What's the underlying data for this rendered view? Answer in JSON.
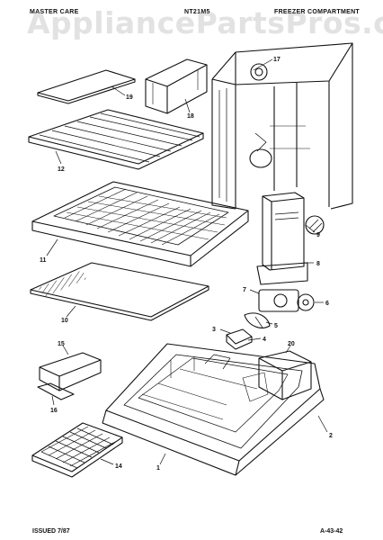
{
  "header": {
    "left": "MASTER CARE",
    "model": "NT21M5",
    "section": "FREEZER COMPARTMENT"
  },
  "watermark": {
    "text": "AppliancePartsPros.com",
    "mark": "®"
  },
  "callouts": [
    "17",
    "19",
    "18",
    "12",
    "11",
    "10",
    "9",
    "8",
    "7",
    "6",
    "5",
    "3",
    "4",
    "20",
    "15",
    "16",
    "2",
    "1",
    "14"
  ],
  "footer": {
    "issued": "ISSUED 7/87",
    "page": "A-43-42"
  }
}
